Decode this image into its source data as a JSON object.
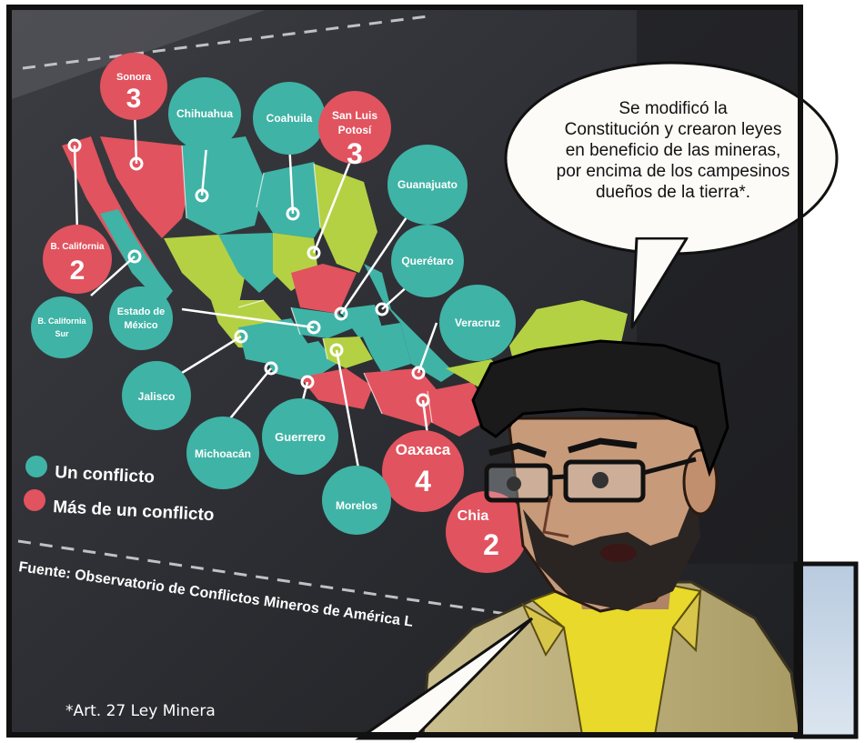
{
  "speech_bubble": {
    "lines": [
      "Se modificó la",
      "Constitución y crearon leyes",
      "en beneficio de las mineras,",
      "por encima de los campesinos",
      "dueños de la tierra*."
    ]
  },
  "map": {
    "states": {
      "sonora": {
        "name": "Sonora",
        "count": "3"
      },
      "chihuahua": {
        "name": "Chihuahua"
      },
      "coahuila": {
        "name": "Coahuila"
      },
      "slp": {
        "name_line1": "San Luis",
        "name_line2": "Potosí",
        "count": "3"
      },
      "guanajuato": {
        "name": "Guanajuato"
      },
      "bcalifornia": {
        "name": "B. California",
        "count": "2"
      },
      "queretaro": {
        "name": "Querétaro"
      },
      "bcs": {
        "name_line1": "B. California",
        "name_line2": "Sur"
      },
      "edomex": {
        "name_line1": "Estado de",
        "name_line2": "México"
      },
      "veracruz": {
        "name": "Veracruz"
      },
      "jalisco": {
        "name": "Jalisco"
      },
      "michoacan": {
        "name": "Michoacán"
      },
      "guerrero": {
        "name": "Guerrero"
      },
      "oaxaca": {
        "name": "Oaxaca",
        "count": "4"
      },
      "morelos": {
        "name": "Morelos"
      },
      "chiapas": {
        "name": "Chia",
        "count": "2"
      }
    },
    "legend": {
      "one": "Un conflicto",
      "many": "Más de un conflicto"
    },
    "source": "Fuente: Observatorio de Conflictos Mineros de América L",
    "colors": {
      "one_conflict": "#3fb3a6",
      "many_conflicts": "#e1535e",
      "no_conflict": "#b4d144",
      "board": "#2b2c30"
    }
  },
  "footnote": "*Art. 27 Ley Minera"
}
